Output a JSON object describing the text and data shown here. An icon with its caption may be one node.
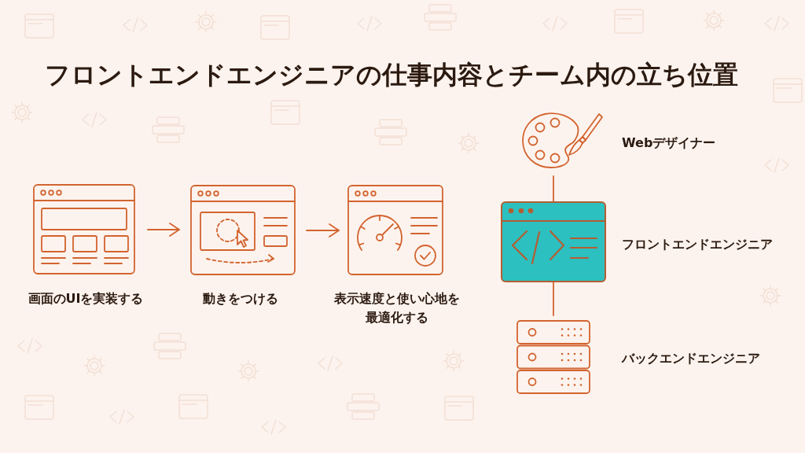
{
  "diagram": {
    "title": "フロントエンドエンジニアの仕事内容とチーム内の立ち位置",
    "nodes": [
      {
        "text": [],
        "shape": "picture",
        "beside": [
          "画面のUIを実装する"
        ]
      },
      {
        "text": [],
        "shape": "picture",
        "beside": [
          "動きをつける"
        ]
      },
      {
        "text": [],
        "shape": "picture",
        "beside": [
          "表示速度と使い心地を最適化する"
        ]
      },
      {
        "text": [],
        "shape": "picture",
        "beside": [
          "Webデザイナー"
        ]
      },
      {
        "text": [],
        "shape": "picture",
        "beside": [
          "フロントエンドエンジニア"
        ]
      },
      {
        "text": [],
        "shape": "picture",
        "beside": [
          "バックエンドエンジニア"
        ]
      }
    ],
    "edges": [
      {
        "from": 0,
        "to": 1,
        "arrow": "to"
      },
      {
        "from": 1,
        "to": 2,
        "arrow": "to"
      },
      {
        "from": 3,
        "to": 4,
        "arrow": "none"
      },
      {
        "from": 4,
        "to": 5,
        "arrow": "none"
      }
    ]
  }
}
